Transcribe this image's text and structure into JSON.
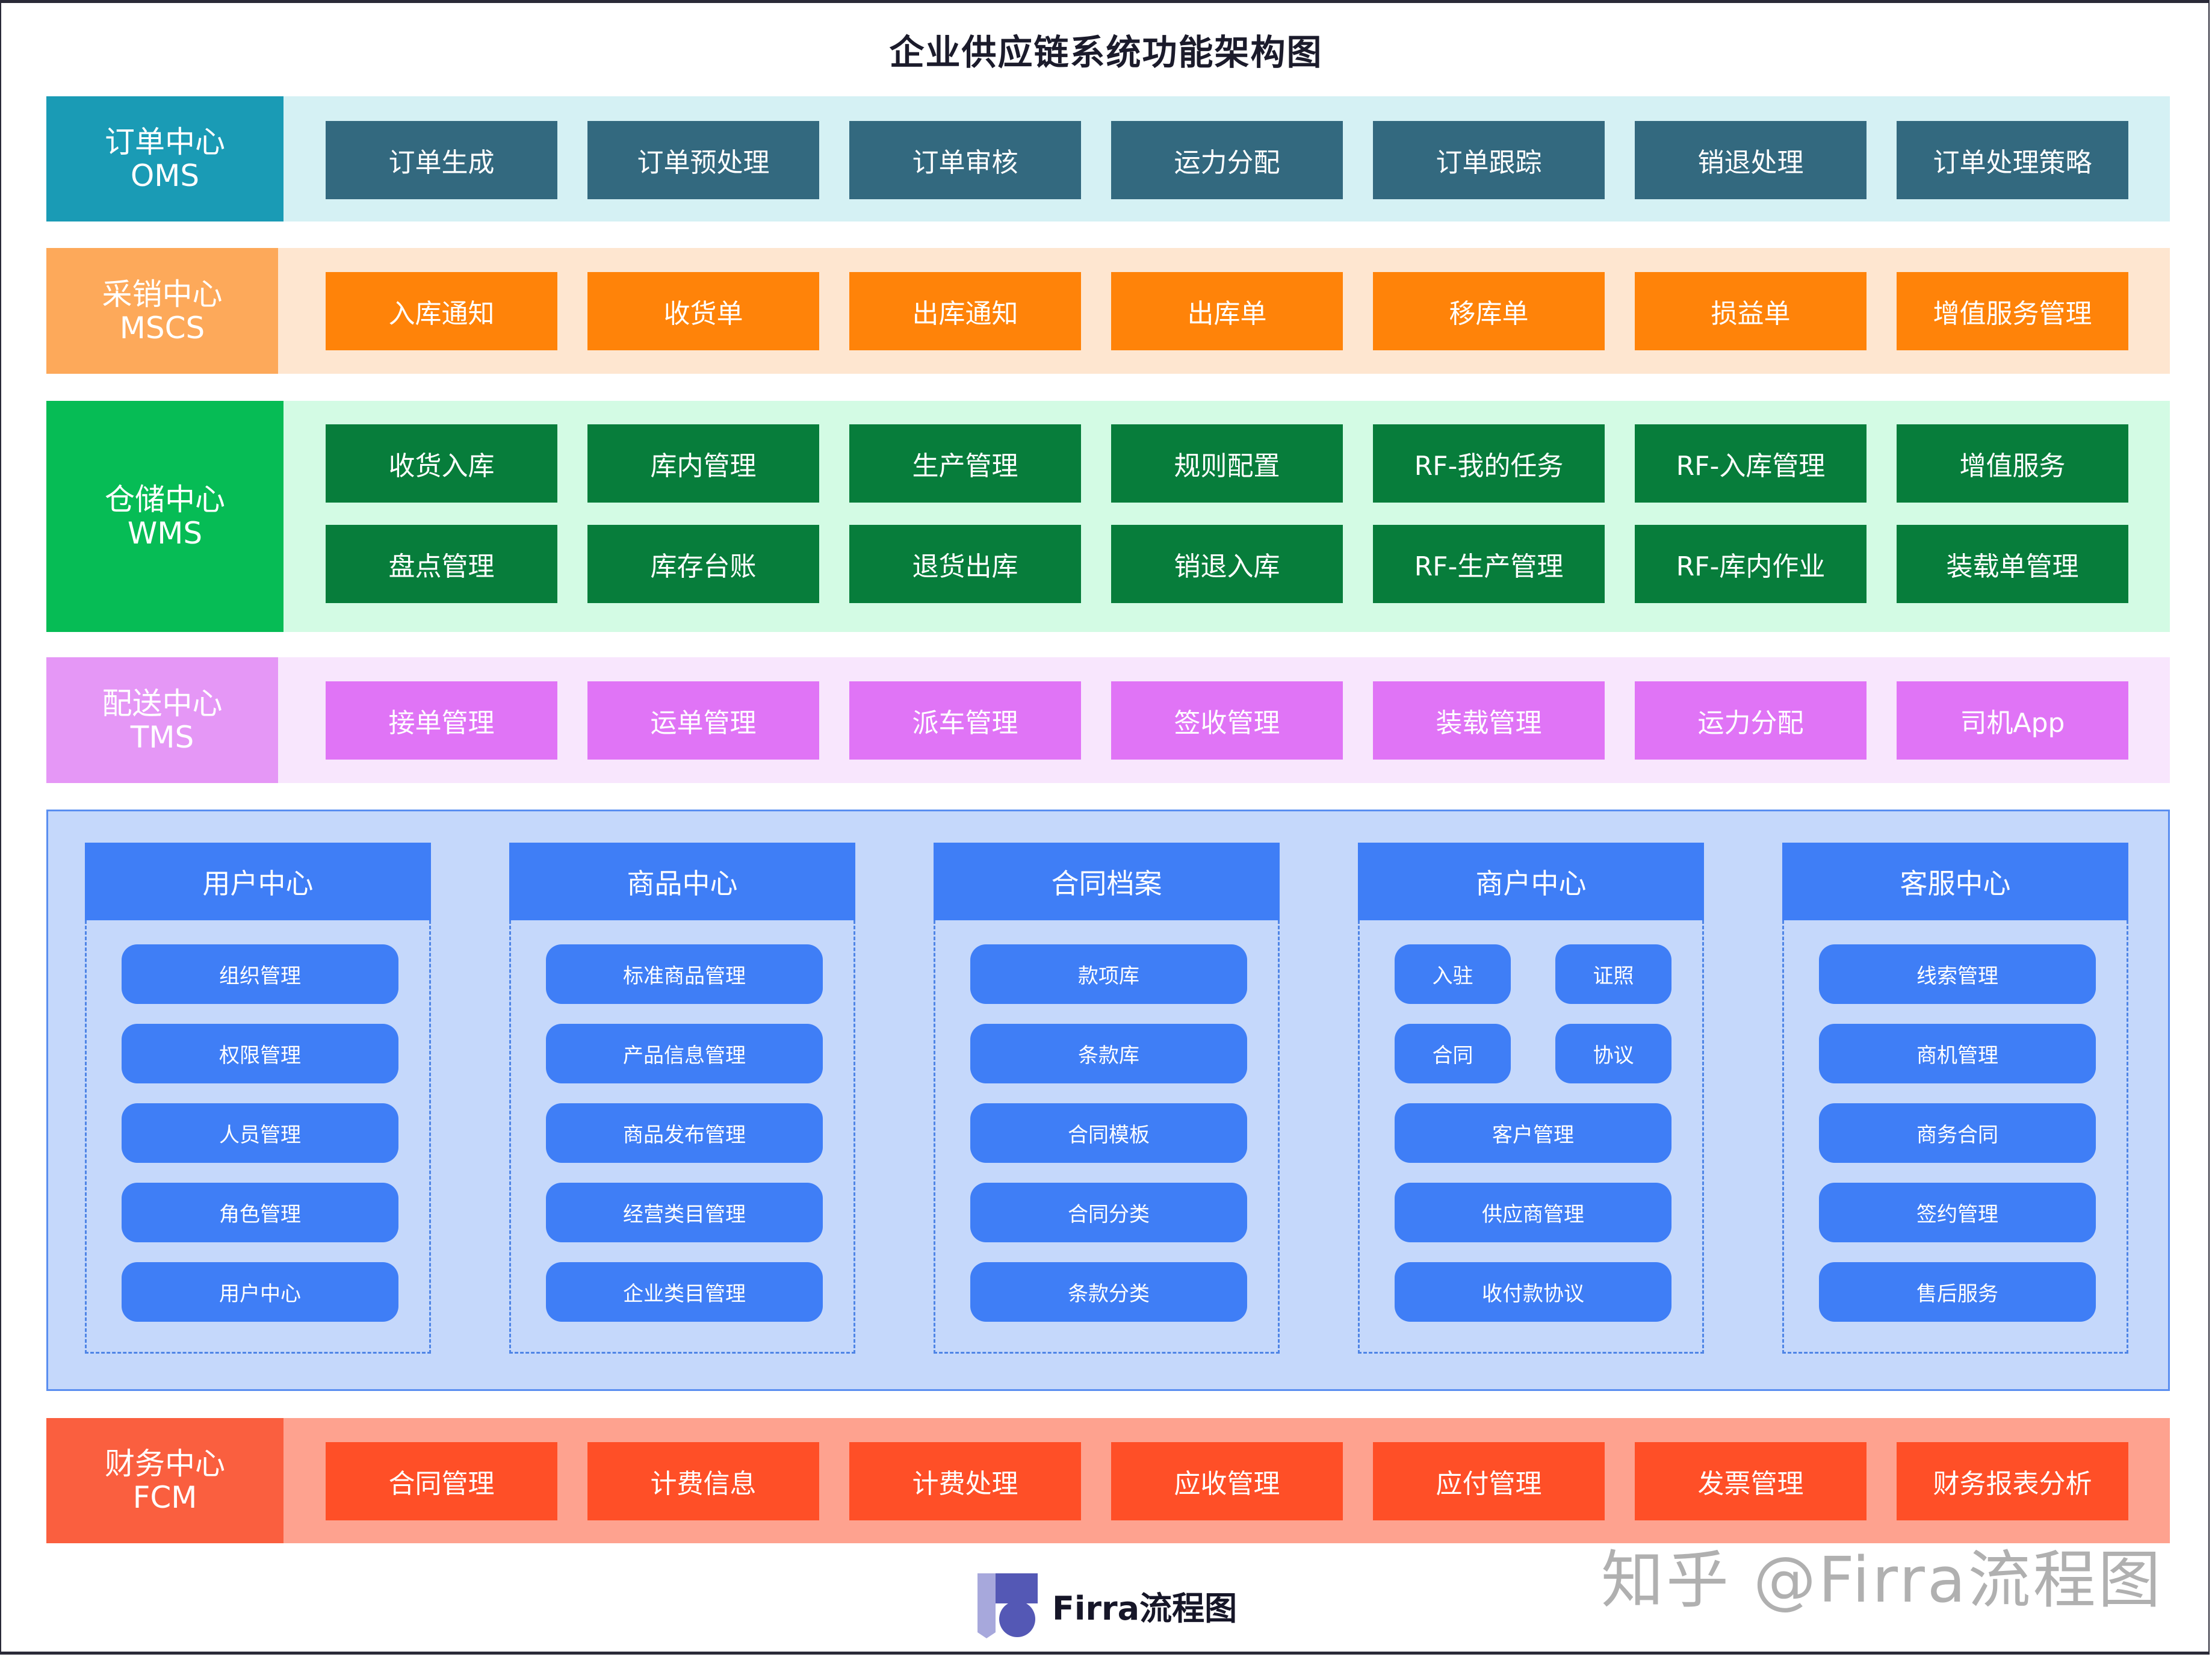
{
  "title": "企业供应链系统功能架构图",
  "colors": {
    "oms_label": "#1a9bb5",
    "oms_bg": "#d5f1f4",
    "oms_btn": "#33697f",
    "mscs_label": "#fda95a",
    "mscs_bg": "#fee6d0",
    "mscs_btn": "#ff8309",
    "wms_label": "#06bc55",
    "wms_bg": "#d3fbe4",
    "wms_btn": "#077d3b",
    "tms_label": "#e597f6",
    "tms_bg": "#f8e6fd",
    "tms_btn": "#e074f6",
    "platform_bg": "#c5d8fb",
    "platform_accent": "#3f7ef6",
    "fcm_label": "#fa5f3f",
    "fcm_bg": "#fea28f",
    "fcm_btn": "#ff4f27"
  },
  "bands": {
    "oms": {
      "name": "订单中心",
      "code": "OMS",
      "items": [
        "订单生成",
        "订单预处理",
        "订单审核",
        "运力分配",
        "订单跟踪",
        "销退处理",
        "订单处理策略"
      ]
    },
    "mscs": {
      "name": "采销中心",
      "code": "MSCS",
      "items": [
        "入库通知",
        "收货单",
        "出库通知",
        "出库单",
        "移库单",
        "损益单",
        "增值服务管理"
      ]
    },
    "wms": {
      "name": "仓储中心",
      "code": "WMS",
      "rows": [
        [
          "收货入库",
          "库内管理",
          "生产管理",
          "规则配置",
          "RF-我的任务",
          "RF-入库管理",
          "增值服务"
        ],
        [
          "盘点管理",
          "库存台账",
          "退货出库",
          "销退入库",
          "RF-生产管理",
          "RF-库内作业",
          "装载单管理"
        ]
      ]
    },
    "tms": {
      "name": "配送中心",
      "code": "TMS",
      "items": [
        "接单管理",
        "运单管理",
        "派车管理",
        "签收管理",
        "装载管理",
        "运力分配",
        "司机App"
      ]
    },
    "fcm": {
      "name": "财务中心",
      "code": "FCM",
      "items": [
        "合同管理",
        "计费信息",
        "计费处理",
        "应收管理",
        "应付管理",
        "发票管理",
        "财务报表分析"
      ]
    }
  },
  "platform": {
    "columns": [
      {
        "title": "用户中心",
        "items": [
          "组织管理",
          "权限管理",
          "人员管理",
          "角色管理",
          "用户中心"
        ]
      },
      {
        "title": "商品中心",
        "items": [
          "标准商品管理",
          "产品信息管理",
          "商品发布管理",
          "经营类目管理",
          "企业类目管理"
        ]
      },
      {
        "title": "合同档案",
        "items": [
          "款项库",
          "条款库",
          "合同模板",
          "合同分类",
          "条款分类"
        ]
      },
      {
        "title": "商户中心",
        "pairs": [
          [
            "入驻",
            "证照"
          ],
          [
            "合同",
            "协议"
          ]
        ],
        "items": [
          "客户管理",
          "供应商管理",
          "收付款协议"
        ]
      },
      {
        "title": "客服中心",
        "items": [
          "线索管理",
          "商机管理",
          "商务合同",
          "签约管理",
          "售后服务"
        ]
      }
    ]
  },
  "footer": {
    "logo_text": "Firra流程图",
    "watermark": "知乎 @Firra流程图"
  }
}
